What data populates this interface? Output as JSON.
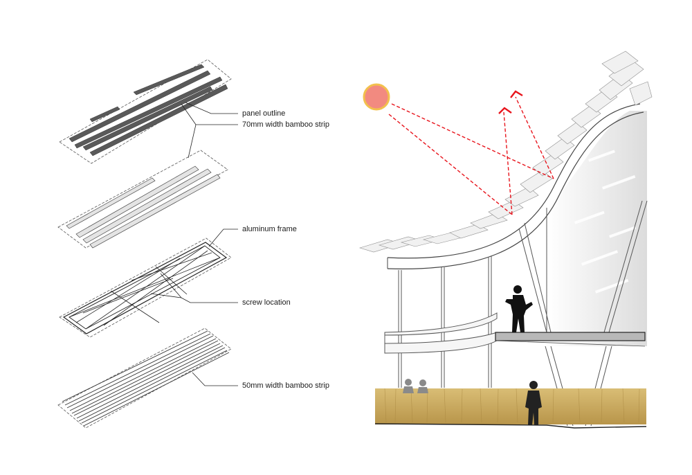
{
  "labels": {
    "panel_outline": "panel outline",
    "bamboo_70": "70mm width bamboo strip",
    "aluminum_frame": "aluminum frame",
    "screw_location": "screw location",
    "bamboo_50": "50mm width bamboo strip"
  },
  "colors": {
    "sun_fill": "#f28a80",
    "sun_ring": "#f2c04d",
    "sun_ray": "#e8141c",
    "grass": "#c9a85c",
    "strip_dark": "#555555",
    "line": "#1a1a1a"
  }
}
